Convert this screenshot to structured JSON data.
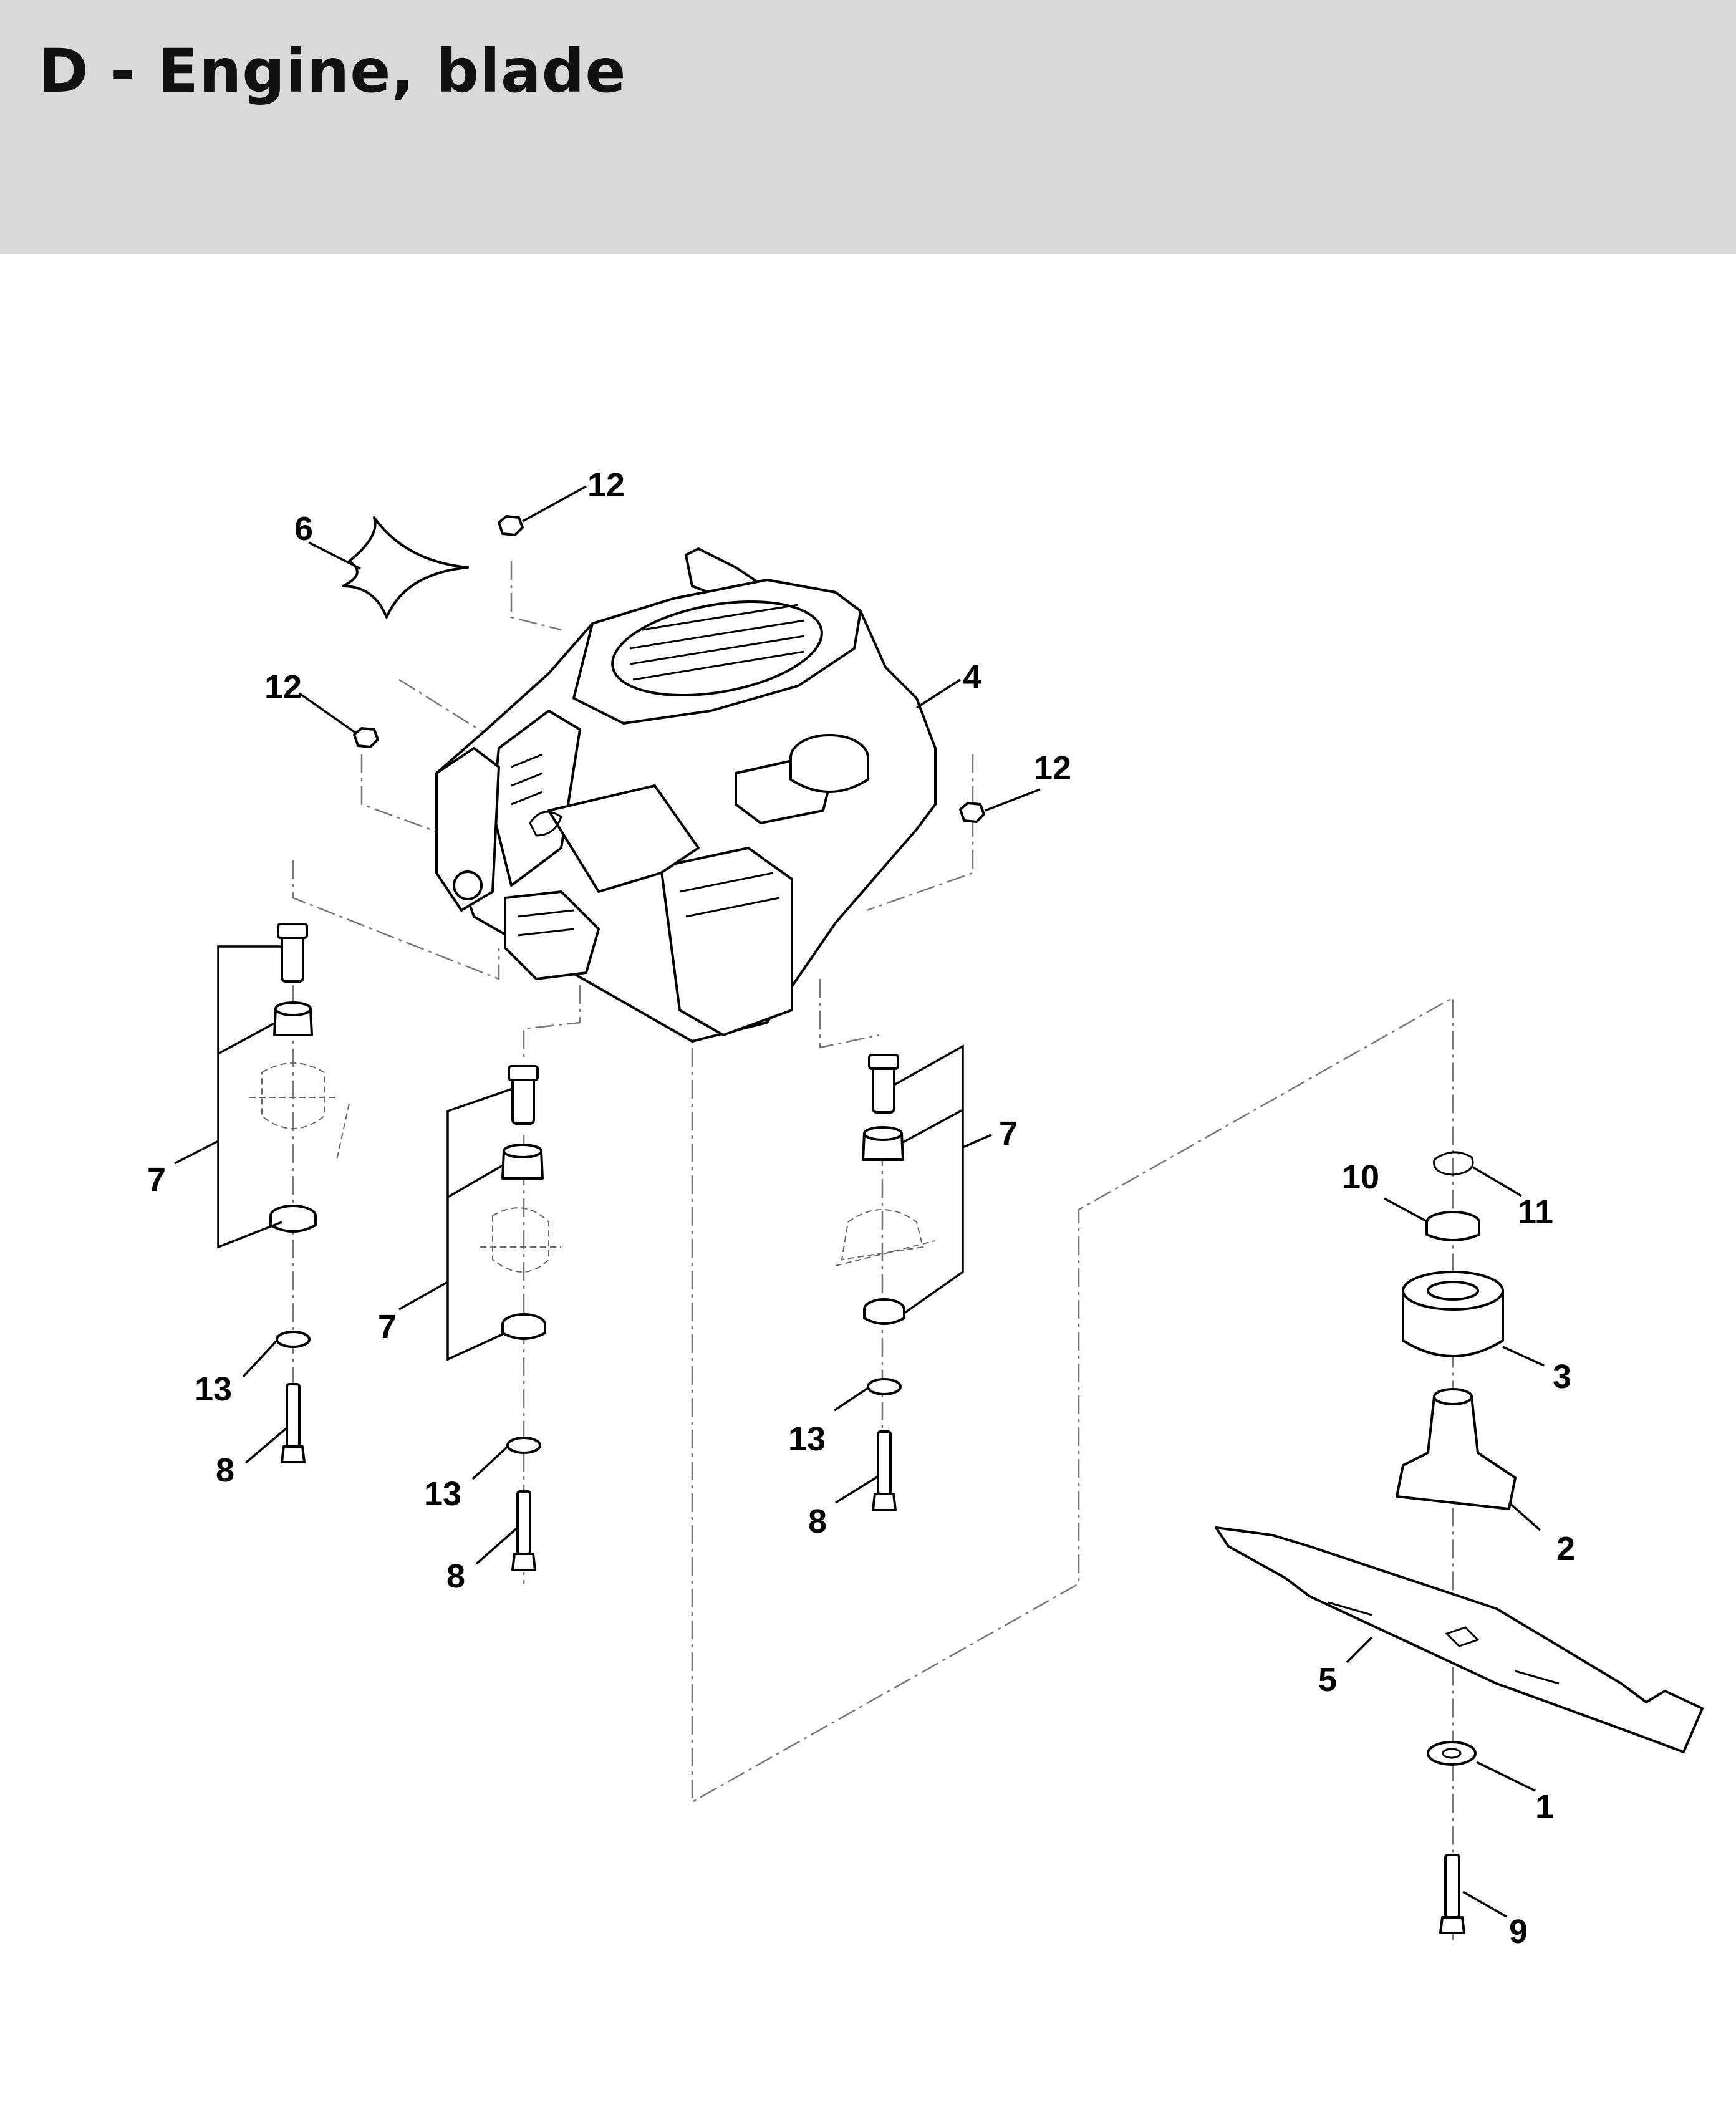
{
  "title": "D - Engine, blade",
  "colors": {
    "header_bg": "#d9dad8",
    "line": "#000000",
    "dash": "#777777"
  },
  "callouts": {
    "c1": "1",
    "c2": "2",
    "c3": "3",
    "c4": "4",
    "c5": "5",
    "c6": "6",
    "c7a": "7",
    "c7b": "7",
    "c7c": "7",
    "c8a": "8",
    "c8b": "8",
    "c8c": "8",
    "c9": "9",
    "c10": "10",
    "c11": "11",
    "c12a": "12",
    "c12b": "12",
    "c12c": "12",
    "c13a": "13",
    "c13b": "13",
    "c13c": "13"
  }
}
